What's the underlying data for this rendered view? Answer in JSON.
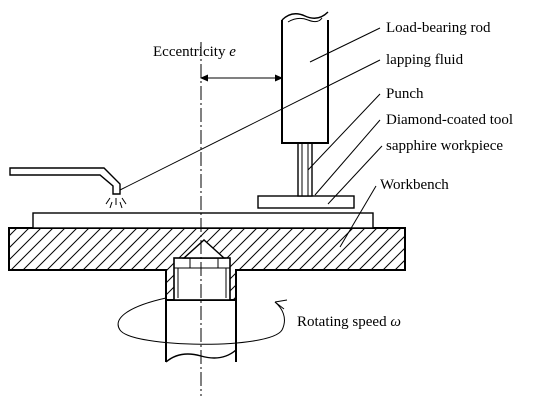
{
  "labels": {
    "eccentricity": "Eccentricity",
    "eccentricity_symbol": "e",
    "load_bearing_rod": "Load-bearing rod",
    "lapping_fluid": "lapping fluid",
    "punch": "Punch",
    "diamond_coated_tool": "Diamond-coated tool",
    "sapphire_workpiece": "sapphire workpiece",
    "workbench": "Workbench",
    "rotating_speed": "Rotating speed",
    "rotating_symbol": "ω"
  }
}
